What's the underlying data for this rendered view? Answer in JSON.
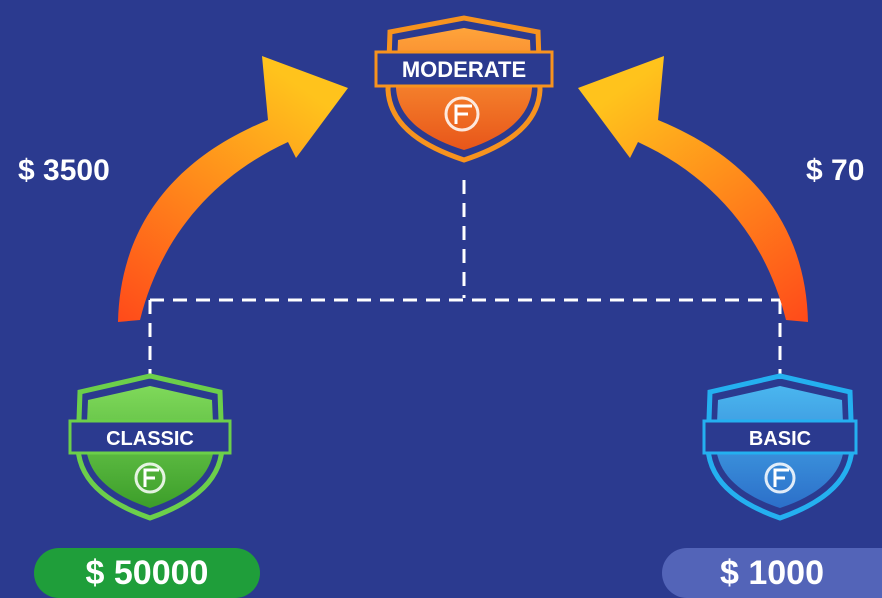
{
  "colors": {
    "background": "#2b3a8f",
    "arrow_start": "#ff5a1f",
    "arrow_end": "#ffc21a",
    "connector": "#ffffff",
    "moderate": "#f47a1f",
    "classic": "#5cc43f",
    "basic": "#1fa6e8",
    "pill_green": "#1f9e3a",
    "pill_blue": "#5364b8"
  },
  "tiers": {
    "moderate": {
      "label": "MODERATE",
      "icon": "fp-logo-icon"
    },
    "classic": {
      "label": "CLASSIC",
      "icon": "fp-logo-icon"
    },
    "basic": {
      "label": "BASIC",
      "icon": "fp-logo-icon"
    }
  },
  "upgrade_prices": {
    "left": "$ 3500",
    "right": "$ 70"
  },
  "tier_prices": {
    "classic": "$ 50000",
    "basic": "$ 1000"
  }
}
